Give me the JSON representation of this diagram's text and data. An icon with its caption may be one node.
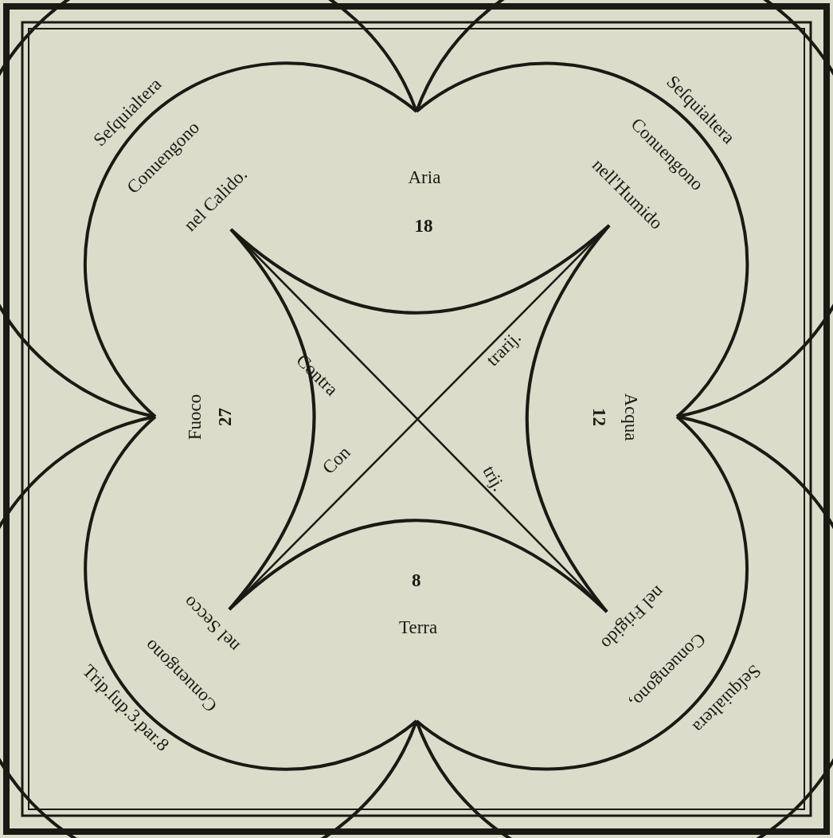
{
  "diagram": {
    "labels": [
      "Seſquialtera",
      "Seſquialtera",
      "Conuengono",
      "Conuengono",
      "nel Calido.",
      "Aria",
      "nell'Humido",
      "18",
      "Contra",
      "trarij.",
      "Fuoco",
      "27",
      "Acqua",
      "12",
      "Con",
      "trij.",
      "nel Secco",
      "8",
      "Terra",
      "nel Frigido",
      "Conuengono",
      "Conuengono,",
      "Trip.ſup.3.par.8",
      "Seſquialtera"
    ]
  }
}
